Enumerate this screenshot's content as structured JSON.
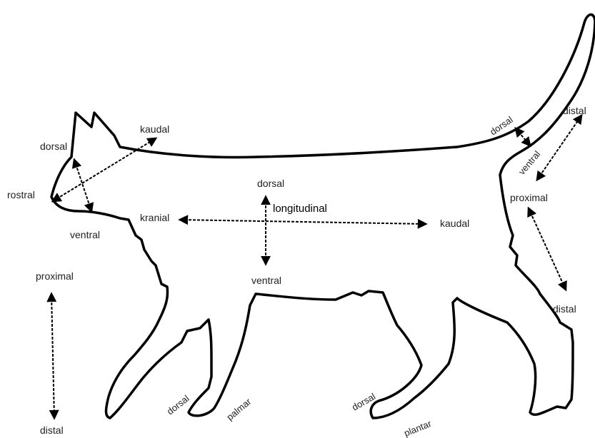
{
  "labels": {
    "head_dorsal": "dorsal",
    "head_kaudal": "kaudal",
    "head_rostral": "rostral",
    "head_ventral": "ventral",
    "body_dorsal": "dorsal",
    "body_longitudinal": "longitudinal",
    "body_kranial": "kranial",
    "body_kaudal": "kaudal",
    "body_ventral": "ventral",
    "leg_proximal": "proximal",
    "leg_distal": "distal",
    "front_paw_dorsal": "dorsal",
    "front_paw_palmar": "palmar",
    "hind_paw_dorsal": "dorsal",
    "hind_paw_plantar": "plantar",
    "tail_dorsal": "dorsal",
    "tail_ventral": "ventral",
    "tail_distal": "distal",
    "hindleg_proximal": "proximal",
    "hindleg_distal": "distal"
  },
  "colors": {
    "line": "#000000",
    "text": "#222222",
    "background": "#ffffff"
  }
}
